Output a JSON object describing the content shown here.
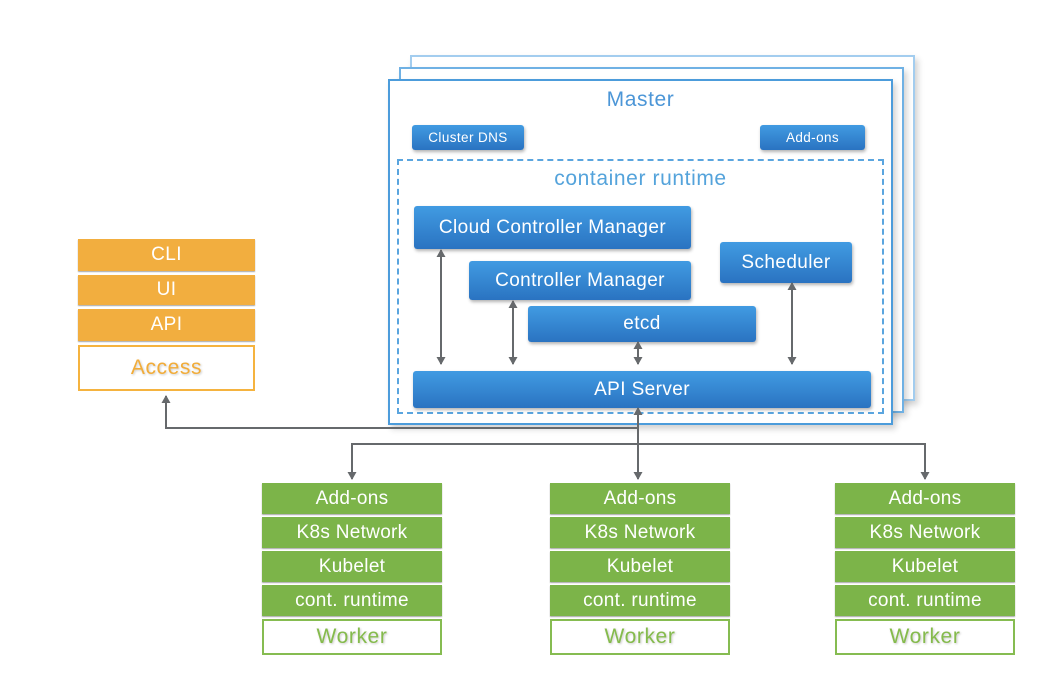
{
  "colors": {
    "blue_box_top": "#419BE2",
    "blue_box_bottom": "#2A73C1",
    "blue_border": "#4C9CDB",
    "blue_title": "#4C96D7",
    "orange": "#F2AE3F",
    "green": "#7CB449",
    "connector_gray": "#66696C"
  },
  "master": {
    "title": "Master",
    "cluster_dns_label": "Cluster DNS",
    "addons_label": "Add-ons",
    "container_runtime": {
      "title": "container runtime",
      "cloud_controller_manager": "Cloud Controller Manager",
      "controller_manager": "Controller Manager",
      "scheduler": "Scheduler",
      "etcd": "etcd",
      "api_server": "API Server"
    }
  },
  "access_stack": {
    "items": [
      "CLI",
      "UI",
      "API"
    ],
    "label": "Access"
  },
  "workers": [
    {
      "rows": [
        "Add-ons",
        "K8s Network",
        "Kubelet",
        "cont. runtime"
      ],
      "label": "Worker"
    },
    {
      "rows": [
        "Add-ons",
        "K8s Network",
        "Kubelet",
        "cont. runtime"
      ],
      "label": "Worker"
    },
    {
      "rows": [
        "Add-ons",
        "K8s Network",
        "Kubelet",
        "cont. runtime"
      ],
      "label": "Worker"
    }
  ]
}
